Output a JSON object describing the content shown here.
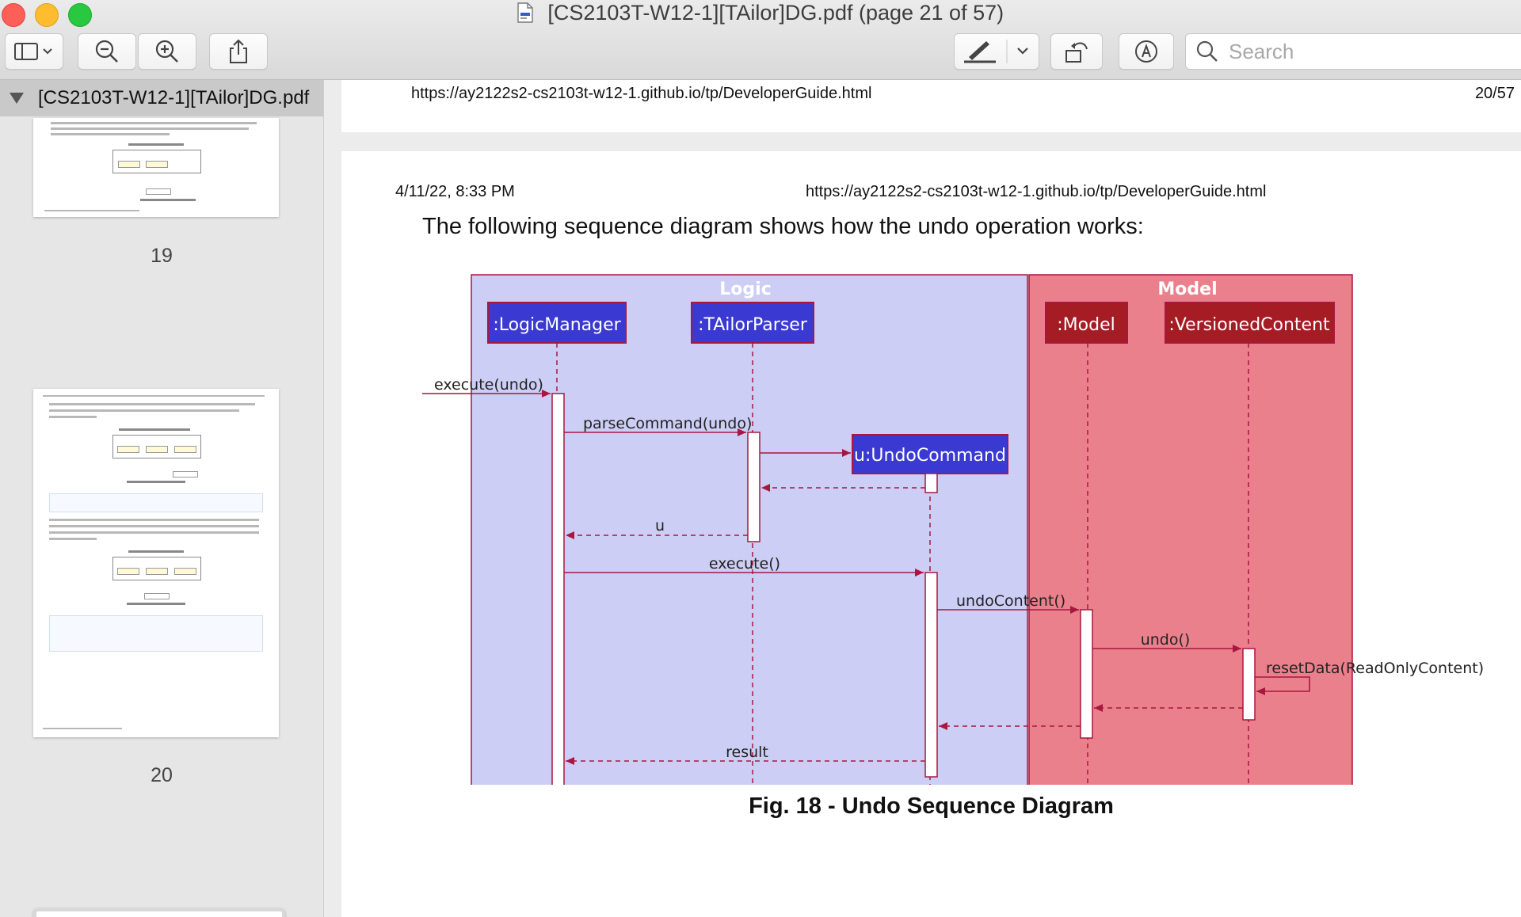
{
  "window": {
    "title": "[CS2103T-W12-1][TAilor]DG.pdf (page 21 of 57)"
  },
  "toolbar": {
    "search_placeholder": "Search"
  },
  "sidebar": {
    "doc_name": "[CS2103T-W12-1][TAilor]DG.pdf",
    "page_numbers": [
      "19",
      "20"
    ]
  },
  "page": {
    "top_url": "https://ay2122s2-cs2103t-w12-1.github.io/tp/DeveloperGuide.html",
    "top_page_count": "20/57",
    "date": "4/11/22, 8:33 PM",
    "url": "https://ay2122s2-cs2103t-w12-1.github.io/tp/DeveloperGuide.html",
    "lead_text": "The following sequence diagram shows how the undo operation works:",
    "caption": "Fig. 18 - Undo Sequence Diagram"
  },
  "diagram": {
    "groups": [
      "Logic",
      "Model"
    ],
    "participants": [
      ":LogicManager",
      ":TAilorParser",
      "u:UndoCommand",
      ":Model",
      ":VersionedContent"
    ],
    "messages": [
      "execute(undo)",
      "parseCommand(undo)",
      "u",
      "execute()",
      "undoContent()",
      "undo()",
      "resetData(ReadOnlyContent)",
      "result"
    ],
    "colors": {
      "logic_bg": "#cdcef5",
      "logic_box": "#3a3ad2",
      "model_bg": "#ea808c",
      "model_box": "#a51c24",
      "arrow": "#a8173f"
    }
  }
}
